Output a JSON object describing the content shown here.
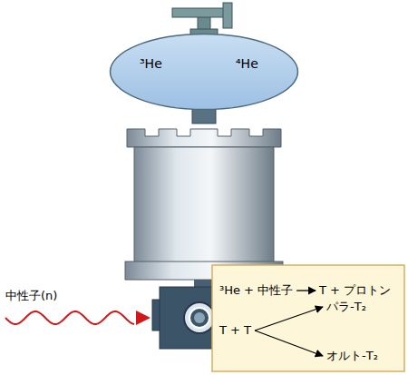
{
  "diagram": {
    "nodes": [
      {
        "text": [
          "³He",
          "⁴He"
        ]
      },
      {
        "text": [
          "³He + 中性子"
        ]
      },
      {
        "text": [
          "T + プロトン"
        ]
      },
      {
        "text": [
          "T + T"
        ]
      },
      {
        "text": [
          "パラ-T₂"
        ]
      },
      {
        "text": [
          "オルト-T₂"
        ]
      }
    ],
    "edges": [
      {
        "from": 1,
        "to": 2,
        "arrow": "to"
      },
      {
        "from": 3,
        "to": 4,
        "arrow": "to"
      },
      {
        "from": 3,
        "to": 5,
        "arrow": "to"
      }
    ],
    "labels": [
      "中性子(n)"
    ]
  }
}
